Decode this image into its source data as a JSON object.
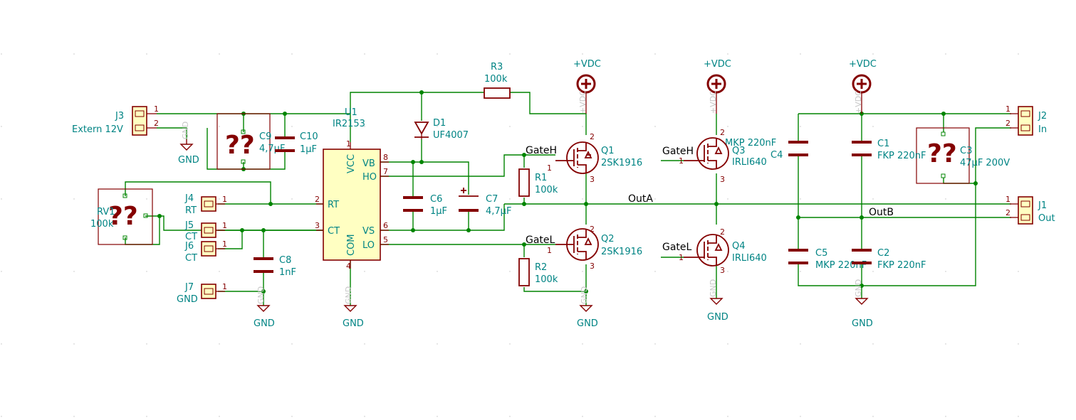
{
  "power_labels": {
    "vdc": "+VDC",
    "gnd": "GND",
    "vdc_pin": "+VDC",
    "gnd_pin": "GND",
    "unknown": "??"
  },
  "nets": {
    "outA": "OutA",
    "outB": "OutB",
    "gateH": "GateH",
    "gateL": "GateL"
  },
  "u1": {
    "ref": "U1",
    "value": "IR2153",
    "pins": {
      "vcc": "VCC",
      "vb": "VB",
      "ho": "HO",
      "rt": "RT",
      "ct": "CT",
      "vs": "VS",
      "lo": "LO",
      "com": "COM"
    },
    "pin_numbers": {
      "vcc": "1",
      "vb": "8",
      "ho": "7",
      "rt": "2",
      "ct": "3",
      "vs": "6",
      "lo": "5",
      "com": "4"
    }
  },
  "connectors": {
    "j1": {
      "ref": "J1",
      "value": "Out",
      "pin1": "1",
      "pin2": "2"
    },
    "j2": {
      "ref": "J2",
      "value": "In",
      "pin1": "1",
      "pin2": "2"
    },
    "j3": {
      "ref": "J3",
      "value": "Extern 12V",
      "pin1": "1",
      "pin2": "2"
    },
    "j4": {
      "ref": "J4",
      "value": "RT",
      "pin1": "1"
    },
    "j5": {
      "ref": "J5",
      "value": "CT",
      "pin1": "1"
    },
    "j6": {
      "ref": "J6",
      "value": "CT",
      "pin1": "1"
    },
    "j7": {
      "ref": "J7",
      "value": "GND",
      "pin1": "1"
    }
  },
  "resistors": {
    "r1": {
      "ref": "R1",
      "value": "100k"
    },
    "r2": {
      "ref": "R2",
      "value": "100k"
    },
    "r3": {
      "ref": "R3",
      "value": "100k"
    },
    "rv1": {
      "ref": "RV1",
      "value": "100k"
    }
  },
  "capacitors": {
    "c1": {
      "ref": "C1",
      "value": "FKP 220nF"
    },
    "c2": {
      "ref": "C2",
      "value": "FKP 220nF"
    },
    "c3": {
      "ref": "C3",
      "value": "47µF 200V"
    },
    "c4": {
      "ref": "C4",
      "value": "MKP 220nF"
    },
    "c5": {
      "ref": "C5",
      "value": "MKP 220nF"
    },
    "c6": {
      "ref": "C6",
      "value": "1µF"
    },
    "c7": {
      "ref": "C7",
      "value": "4,7µF"
    },
    "c8": {
      "ref": "C8",
      "value": "1nF"
    },
    "c9": {
      "ref": "C9",
      "value": "4,7µF"
    },
    "c10": {
      "ref": "C10",
      "value": "1µF"
    }
  },
  "diodes": {
    "d1": {
      "ref": "D1",
      "value": "UF4007"
    }
  },
  "transistors": {
    "q1": {
      "ref": "Q1",
      "value": "2SK1916",
      "pin_g": "1",
      "pin_d": "2",
      "pin_s": "3"
    },
    "q2": {
      "ref": "Q2",
      "value": "2SK1916",
      "pin_g": "1",
      "pin_d": "2",
      "pin_s": "3"
    },
    "q3": {
      "ref": "Q3",
      "value": "IRLI640",
      "pin_g": "1",
      "pin_d": "2",
      "pin_s": "3"
    },
    "q4": {
      "ref": "Q4",
      "value": "IRLI640",
      "pin_g": "1",
      "pin_d": "2",
      "pin_s": "3"
    }
  },
  "colors": {
    "wire": "#008400",
    "component": "#840000",
    "body_fill": "#ffffc2",
    "label": "#008484",
    "net_label": "#000000"
  }
}
